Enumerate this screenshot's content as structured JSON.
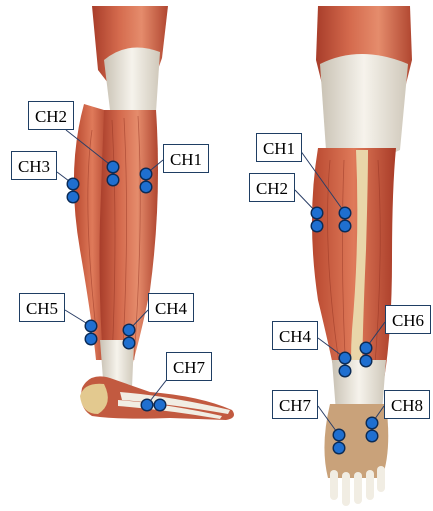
{
  "diagram": {
    "left_leg": {
      "labels": {
        "ch1": "CH1",
        "ch2": "CH2",
        "ch3": "CH3",
        "ch4": "CH4",
        "ch5": "CH5",
        "ch7": "CH7"
      }
    },
    "right_leg": {
      "labels": {
        "ch1": "CH1",
        "ch2": "CH2",
        "ch4": "CH4",
        "ch6": "CH6",
        "ch7": "CH7",
        "ch8": "CH8"
      }
    }
  },
  "colors": {
    "electrode_fill": "#1f6fd0",
    "electrode_stroke": "#0a2a55",
    "leader_line": "#2a3e66",
    "label_border": "#1f3e63",
    "muscle_red": "#c8573d",
    "muscle_light": "#e08a6a",
    "tendon": "#ece7dc",
    "bone": "#e6d2a6"
  }
}
